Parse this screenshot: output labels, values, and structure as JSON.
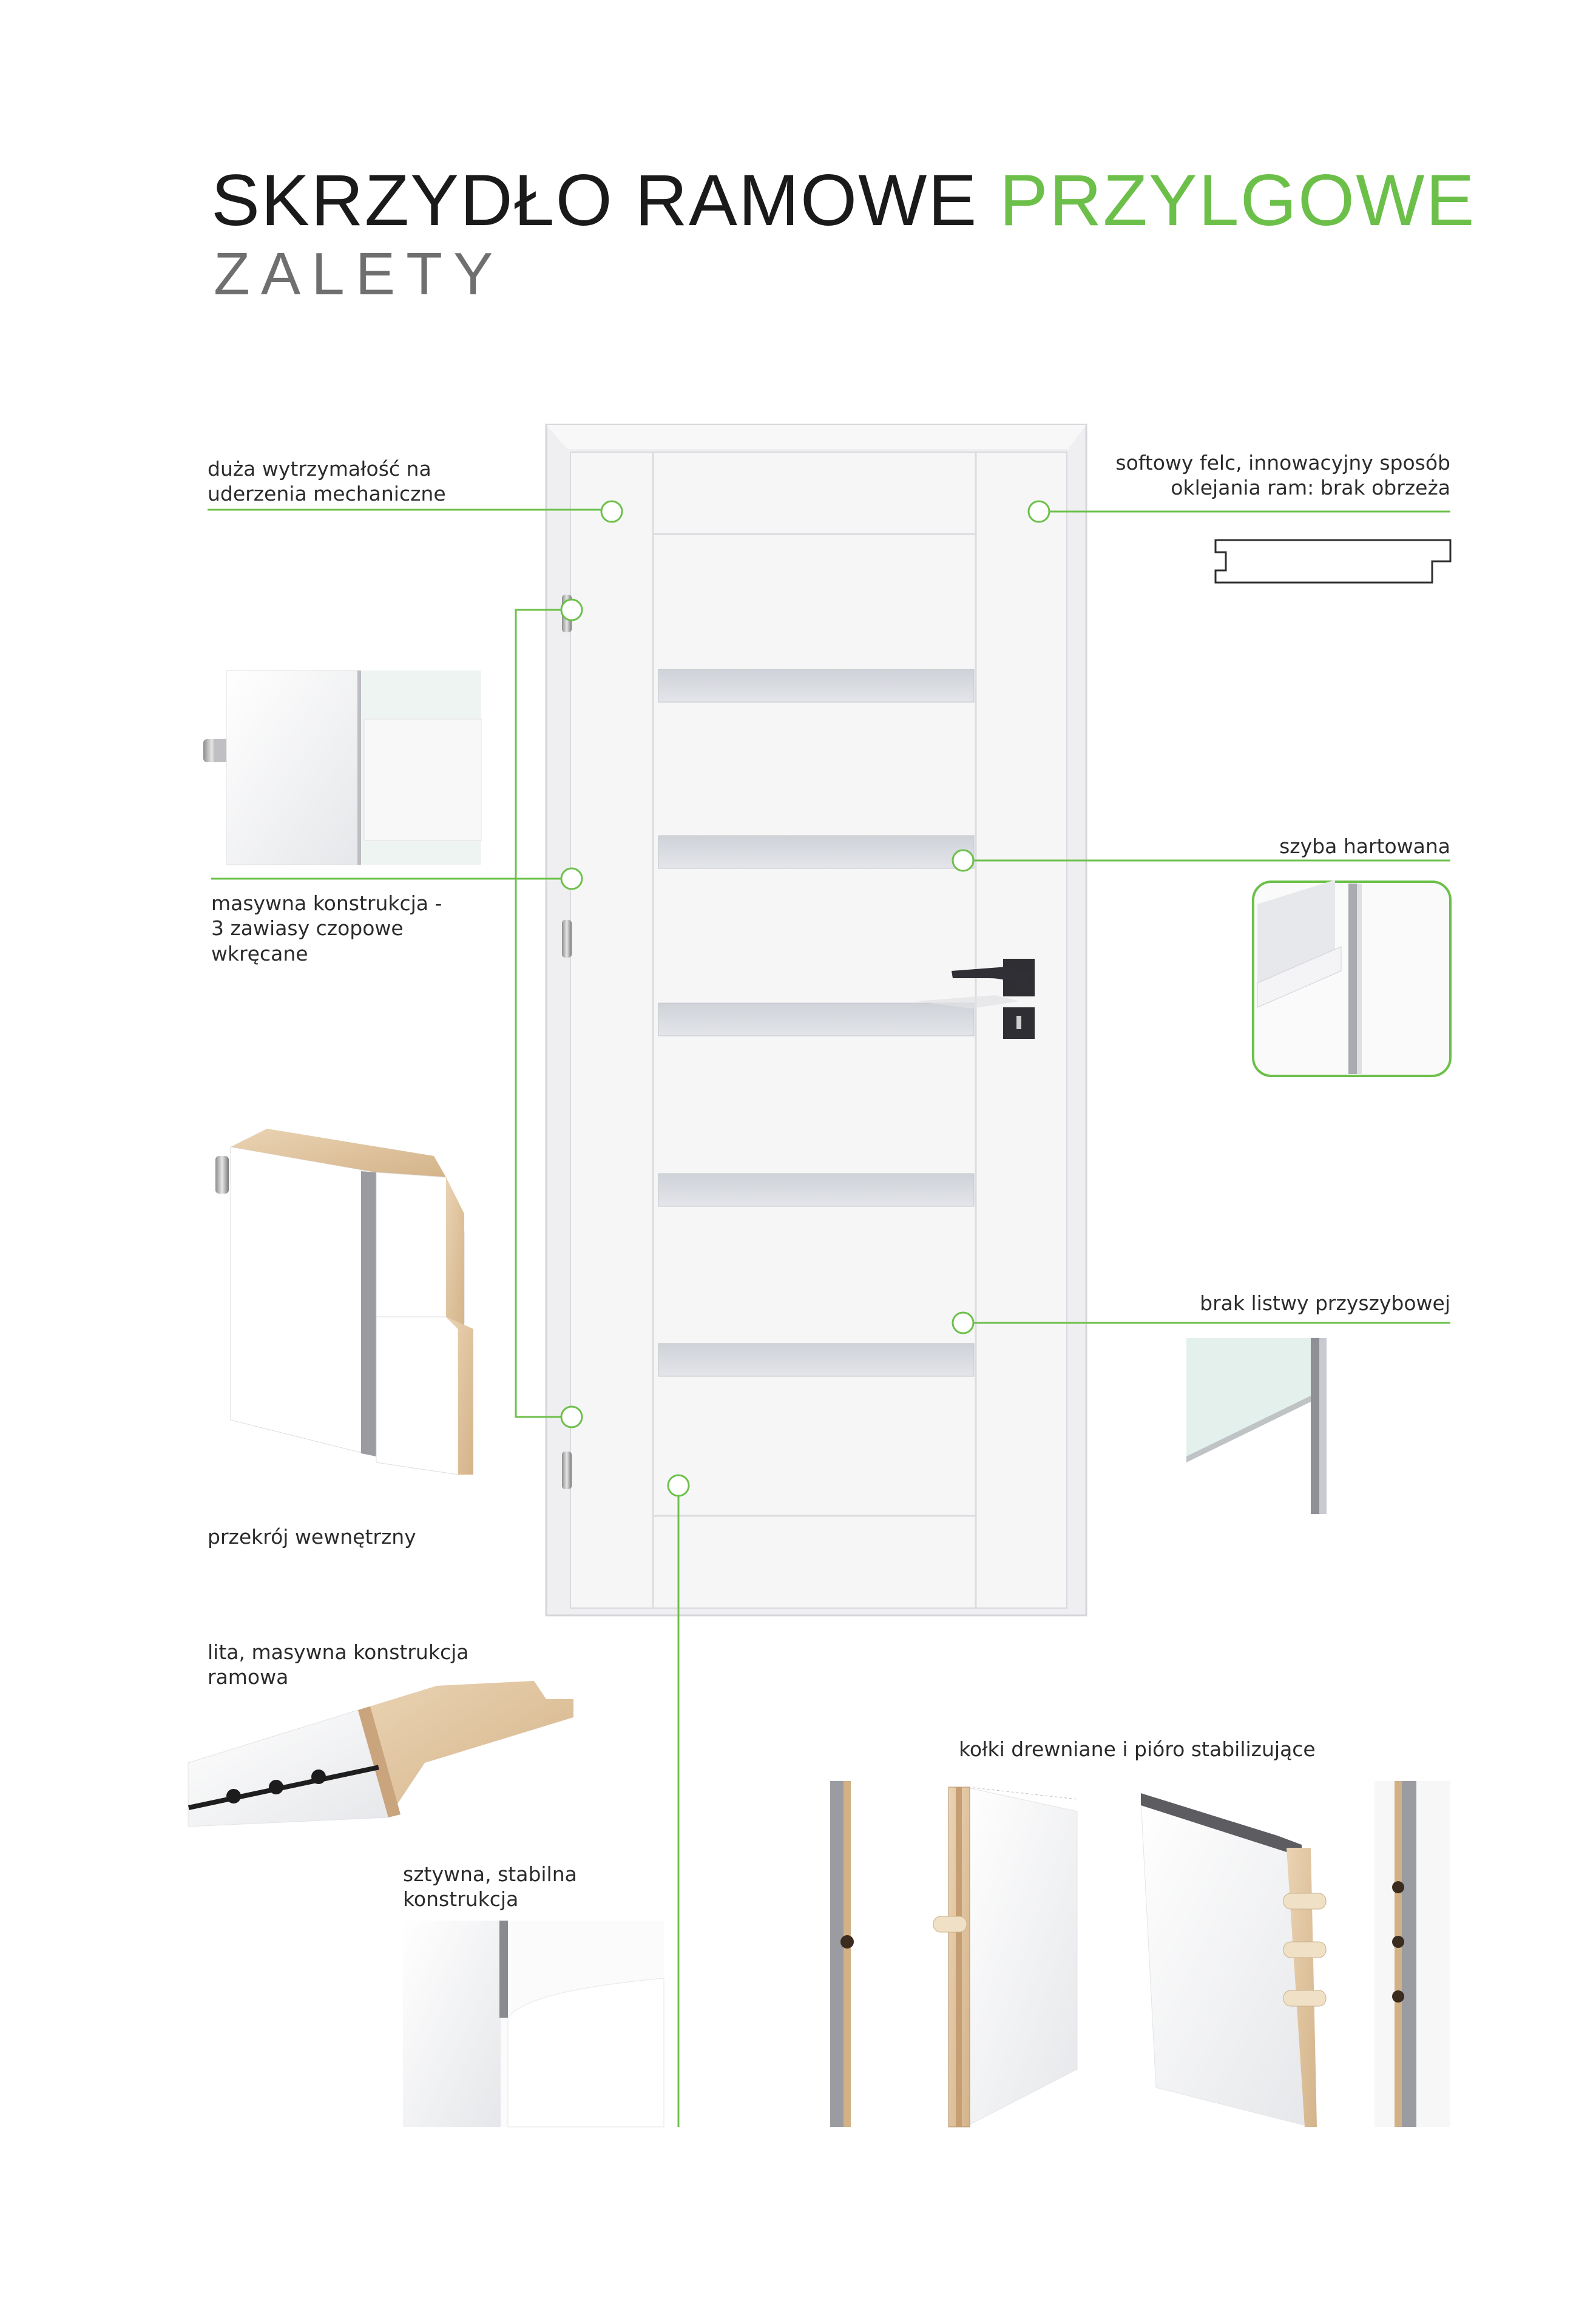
{
  "heading": {
    "title_part1": "SKRZYDŁO RAMOWE ",
    "title_part2": "PRZYLGOWE",
    "subtitle": "ZALETY"
  },
  "features": {
    "impact_resistance": "duża wytrzymałość na uderzenia mechaniczne",
    "soft_rebate": "softowy felc, innowacyjny sposób oklejania ram: brak obrzeża",
    "tempered_glass": "szyba hartowana",
    "hinges": "masywna konstrukcja - 3 zawiasy czopowe wkręcane",
    "no_glazing_bead": "brak listwy przyszybowej",
    "cross_section": "przekrój wewnętrzny",
    "solid_frame": "lita, masywna konstrukcja ramowa",
    "rigid_construction": "sztywna, stabilna konstrukcja",
    "dowels": "kołki drewniane i pióro stabilizujące"
  },
  "colors": {
    "accent": "#6cc04a",
    "door_white": "#f4f4f6",
    "glass": "#d6d8de",
    "mdf": "#e2c9a6",
    "text": "#2b2b2b"
  }
}
